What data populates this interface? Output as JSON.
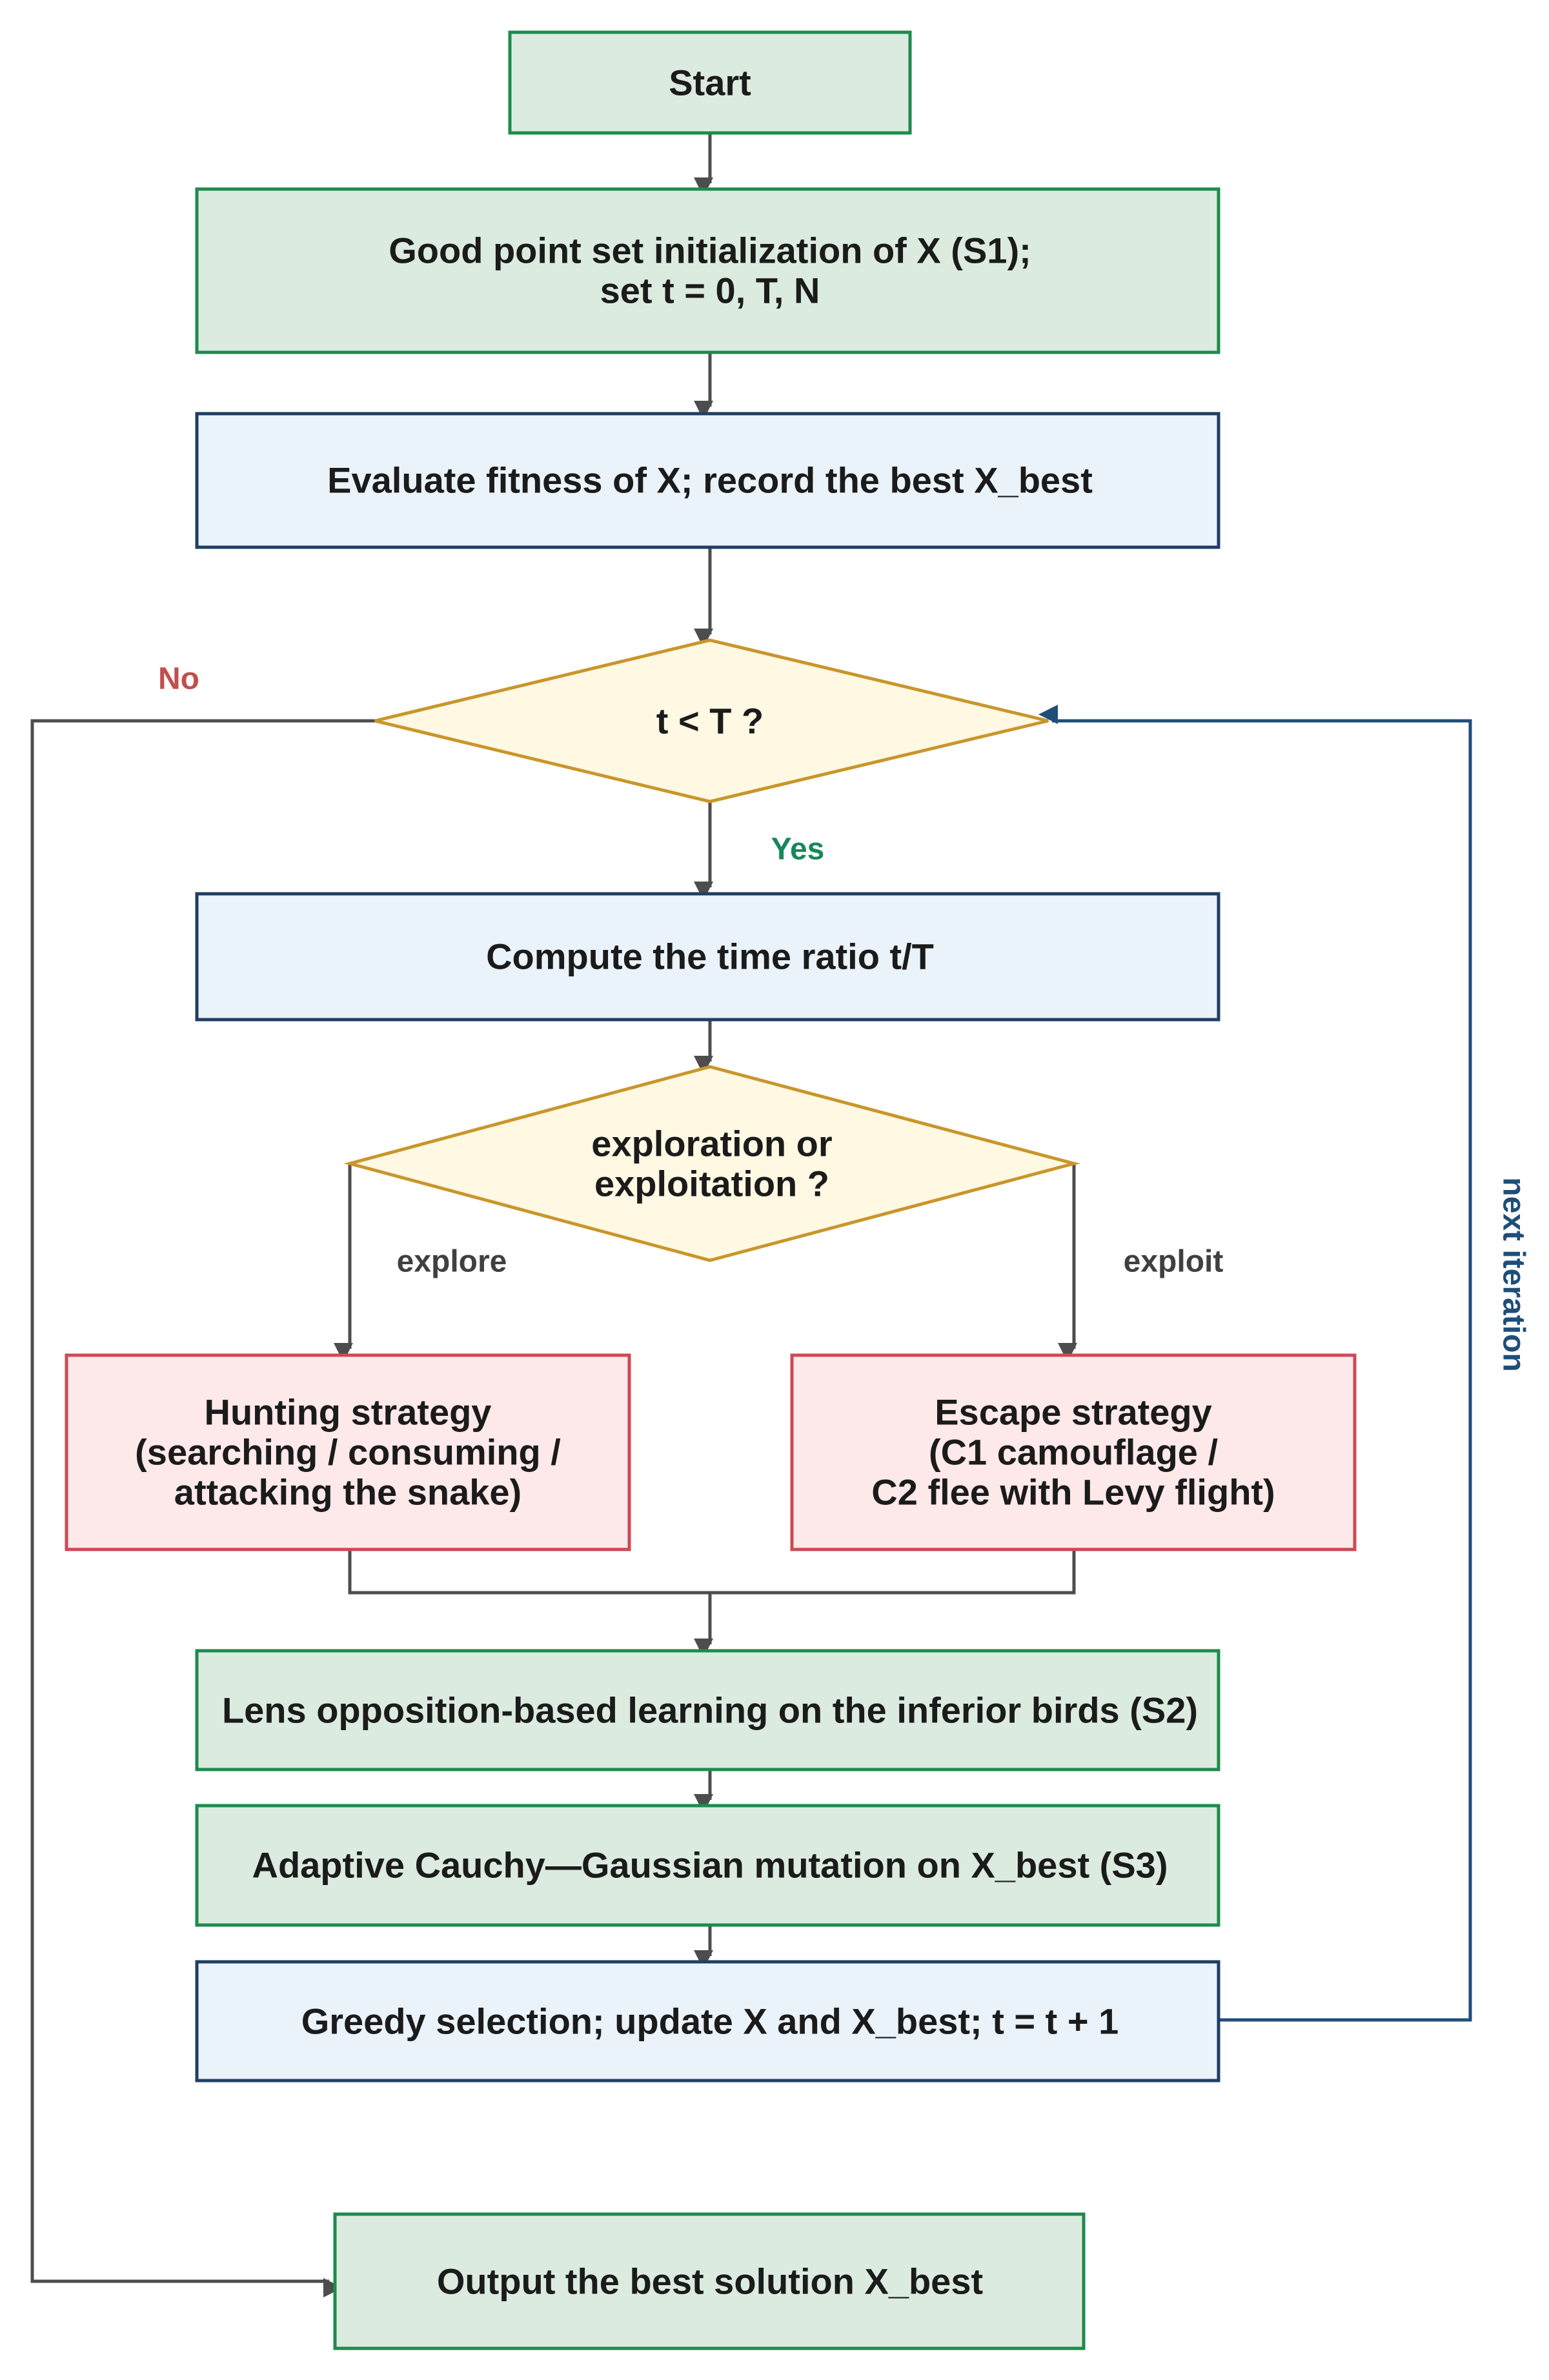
{
  "colors": {
    "green_fill": "#dcebdf",
    "green_stroke": "#1e8a4c",
    "blue_fill": "#eaf2fa",
    "blue_stroke": "#1f3f63",
    "yellow_fill": "#fff8e3",
    "yellow_stroke": "#c9962b",
    "red_fill": "#fde9ea",
    "red_stroke": "#cc4a55",
    "no_label": "#c0504d",
    "yes_label": "#17875a",
    "branch_label": "#404040",
    "loop_label": "#1f4e79"
  },
  "nodes": {
    "start": {
      "lines": [
        "Start"
      ]
    },
    "init": {
      "lines": [
        "Good point set initialization of X (S1);",
        "set t = 0, T, N"
      ]
    },
    "evaluate": {
      "lines": [
        "Evaluate fitness of X; record the best X_best"
      ]
    },
    "condition": {
      "lines": [
        "t < T ?"
      ]
    },
    "time_ratio": {
      "lines": [
        "Compute the time ratio t/T"
      ]
    },
    "choice": {
      "lines": [
        "exploration or",
        "exploitation ?"
      ]
    },
    "hunting": {
      "lines": [
        "Hunting strategy",
        "(searching / consuming /",
        "attacking the snake)"
      ]
    },
    "escape": {
      "lines": [
        "Escape strategy",
        "(C1 camouflage /",
        "C2 flee with Levy flight)"
      ]
    },
    "lens": {
      "lines": [
        "Lens opposition-based learning on the inferior birds (S2)"
      ]
    },
    "mutation": {
      "lines": [
        "Adaptive Cauchy—Gaussian mutation on X_best (S3)"
      ]
    },
    "greedy": {
      "lines": [
        "Greedy selection; update X and X_best; t = t + 1"
      ]
    },
    "output": {
      "lines": [
        "Output the best solution X_best"
      ]
    }
  },
  "edge_labels": {
    "no": "No",
    "yes": "Yes",
    "explore": "explore",
    "exploit": "exploit",
    "next_iteration": "next iteration"
  }
}
